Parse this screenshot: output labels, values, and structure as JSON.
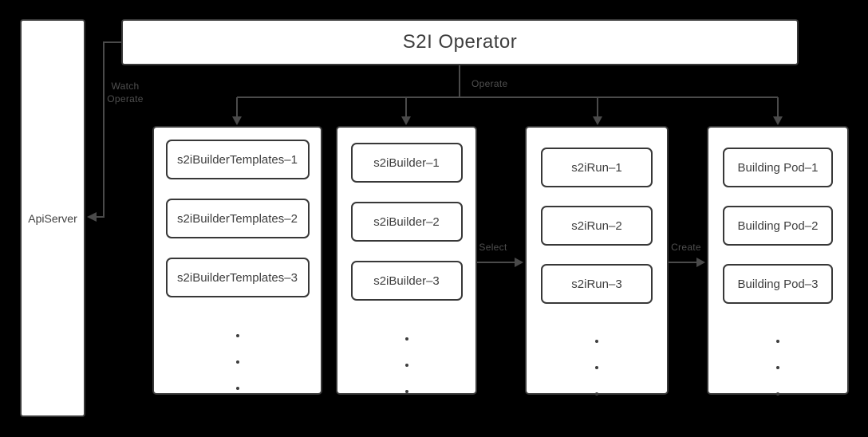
{
  "diagram": {
    "title": "S2I Operator",
    "apiserver_label": "ApiServer",
    "colors": {
      "background": "#000000",
      "box_fill": "#ffffff",
      "box_border": "#383838",
      "box_text": "#3e3e3e",
      "connector_line": "#4a4a4a",
      "connector_label": "#4f4f4f"
    },
    "edges": {
      "watch_label_line1": "Watch",
      "watch_label_line2": "Operate",
      "operate_label": "Operate",
      "select_label": "Select",
      "create_label": "Create"
    },
    "columns": [
      {
        "name": "s2i-builder-templates",
        "items": [
          "s2iBuilderTemplates–1",
          "s2iBuilderTemplates–2",
          "s2iBuilderTemplates–3"
        ]
      },
      {
        "name": "s2i-builder",
        "items": [
          "s2iBuilder–1",
          "s2iBuilder–2",
          "s2iBuilder–3"
        ]
      },
      {
        "name": "s2i-run",
        "items": [
          "s2iRun–1",
          "s2iRun–2",
          "s2iRun–3"
        ]
      },
      {
        "name": "building-pod",
        "items": [
          "Building Pod–1",
          "Building Pod–2",
          "Building Pod–3"
        ]
      }
    ]
  }
}
